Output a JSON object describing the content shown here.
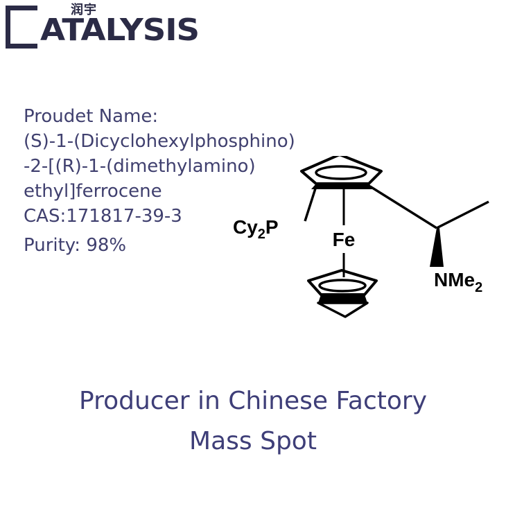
{
  "logo": {
    "chinese": "润宇",
    "word": "ATALYSIS"
  },
  "product": {
    "label": "Proudet Name:",
    "name_lines": [
      "(S)-1-(Dicyclohexylphosphino)",
      "-2-[(R)-1-(dimethylamino)",
      "ethyl]ferrocene"
    ],
    "cas": "CAS:171817-39-3",
    "purity": "Purity: 98%"
  },
  "structure": {
    "p_group_main": "Cy",
    "p_group_sub": "2",
    "p_group_atom": "P",
    "metal": "Fe",
    "amine_main": "NMe",
    "amine_sub": "2"
  },
  "footer": {
    "line1": "Producer in Chinese Factory",
    "line2": "Mass Spot"
  },
  "colors": {
    "text": "#40406f",
    "logo": "#2b2b46",
    "footer": "#3e3e78"
  }
}
